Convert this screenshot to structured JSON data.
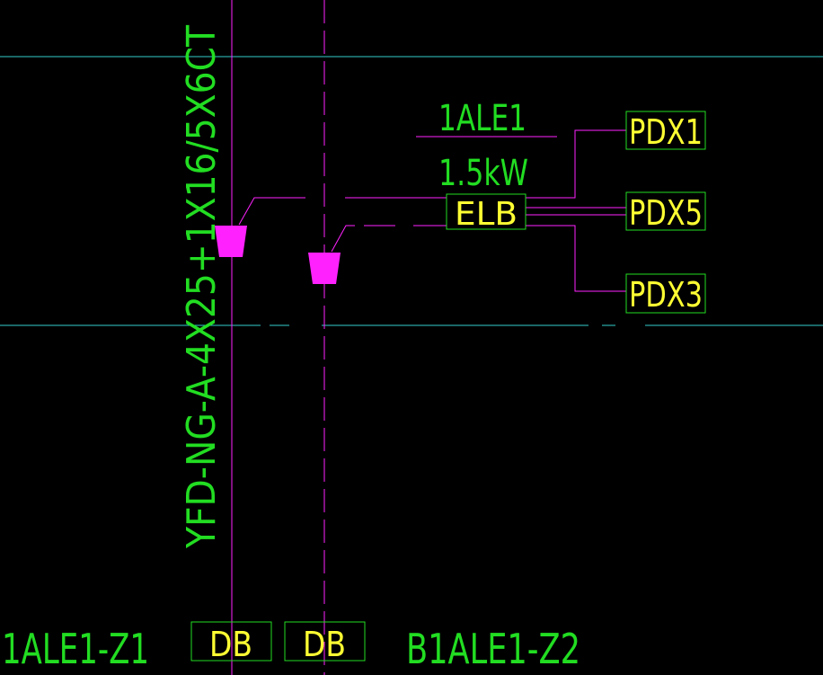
{
  "colors": {
    "background": "#000000",
    "grid_line": "#33cccc",
    "wire": "#ff22ff",
    "riser": "#ff22ff",
    "box_border": "#22dd22",
    "box_text": "#ffff33",
    "label_text": "#22dd22",
    "underline": "#ff22ff"
  },
  "cable_spec": "YFD-NG-A-4X25+1X16/5X6CT",
  "panel": {
    "name": "1ALE1",
    "power": "1.5kW",
    "breaker": "ELB"
  },
  "outgoing_circuits": [
    "PDX1",
    "PDX5",
    "PDX3"
  ],
  "bottom": {
    "left_label": "1ALE1-Z1",
    "db_left": "DB",
    "db_right": "DB",
    "right_label": "B1ALE1-Z2"
  }
}
